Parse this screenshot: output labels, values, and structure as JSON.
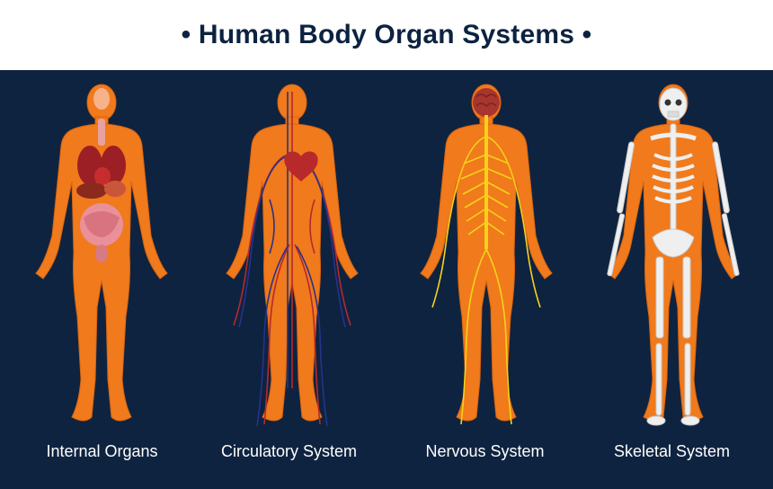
{
  "title": "• Human Body Organ Systems •",
  "colors": {
    "background_top": "#ffffff",
    "title": "#0c2340",
    "panel": "#0e2340",
    "body_orange": "#f07a1c",
    "body_outline": "#d86410",
    "organ_red": "#b8292c",
    "vein_blue": "#26328c",
    "nerve_yellow": "#f5d21a",
    "bone_white": "#efefef",
    "caption": "#ffffff"
  },
  "systems": [
    {
      "label": "Internal Organs",
      "icon": "internal-organs-figure"
    },
    {
      "label": "Circulatory System",
      "icon": "circulatory-system-figure"
    },
    {
      "label": "Nervous System",
      "icon": "nervous-system-figure"
    },
    {
      "label": "Skeletal System",
      "icon": "skeletal-system-figure"
    }
  ]
}
